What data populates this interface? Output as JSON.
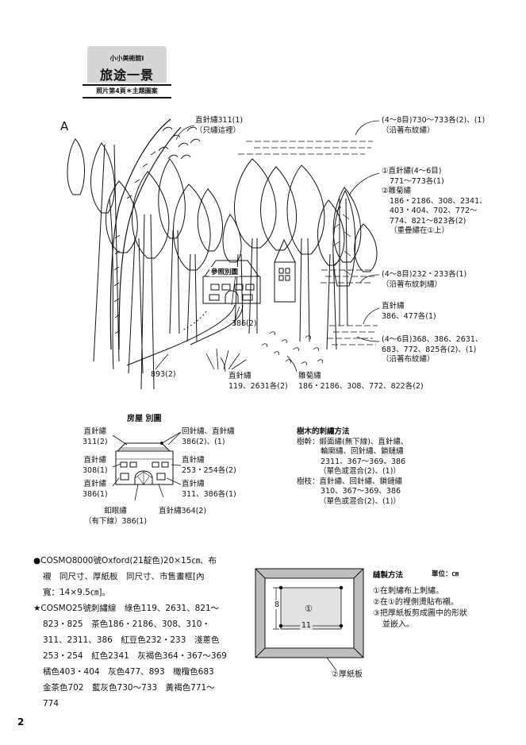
{
  "header": {
    "series": "小小美術館Ⅰ",
    "title": "旅途一景",
    "subtitle": "照片第4頁＊主題圖案"
  },
  "section_label": "A",
  "house_sign": "參照別圖",
  "main_labels": {
    "l1": [
      "直針繡311(1)",
      "（只繡這裡）"
    ],
    "l2": [
      "(4〜8目)730〜733各(2)、(1)",
      "（沿著布紋繡）"
    ],
    "l3": [
      "①直針繡(4〜6目)",
      "771〜773各(1)",
      "②雛菊繡",
      "186・2186、308、2341、",
      "403・404、702、772〜",
      "774、821〜823各(2)",
      "（重疊繡在①上）"
    ],
    "l4": [
      "(4〜8目)232・233各(1)",
      "（沿著布紋刺繡）"
    ],
    "l5": [
      "直針繡",
      "386、477各(1)"
    ],
    "l6": [
      "(4〜6目)368、386、2631、",
      "683、772、825各(2)、(1)",
      "（沿著布紋繡）"
    ],
    "l7": "386(2)",
    "l8": "893(2)",
    "l9": [
      "直針繡",
      "119、2631各(2)"
    ],
    "l10": [
      "雛菊繡",
      "186・2186、308、772、822各(2)"
    ]
  },
  "house_diagram": {
    "title": "房屋 別圖",
    "left1": [
      "直針繡",
      "311(2)"
    ],
    "left2": [
      "直針繡",
      "308(1)"
    ],
    "left3": [
      "直針繡",
      "386(1)"
    ],
    "bottom_left": [
      "釦眼繡",
      "（有下線）386(1)"
    ],
    "right1": [
      "回針繡、直針繡",
      "386(2)、(1)"
    ],
    "right2": [
      "直針繡",
      "253・254各(2)"
    ],
    "right3": [
      "直針繡",
      "311、386各(1)"
    ],
    "bottom_right": "直針繡364(2)"
  },
  "tree_method": {
    "title": "樹木的刺繡方法",
    "lines": [
      "樹幹：緞面繡(無下線)、直針繡、",
      "輪廓繡、回針繡、鎖鏈繡",
      "2311、367〜369、386",
      "（單色或混合(2)、(1)）",
      "樹枝：直針繡、回針繡、鎖鏈繡",
      "310、367〜369、386",
      "（單色或混合(2)、(1)）"
    ]
  },
  "materials": {
    "lines": [
      "●COSMO8000號Oxford(21靛色)20×15㎝、布",
      "襯　同尺寸、厚紙板　同尺寸、市售畫框[內",
      "寬：14×9.5㎝]。",
      "★COSMO25號刺繡線　綠色119、2631、821〜",
      "823・825　茶色186・2186、308、310・",
      "311、2311、386　紅豆色232・233　淺蔥色",
      "253・254　紅色2341　灰褐色364・367〜369",
      "橘色403・404　灰色477、893　橄欖色683",
      "金茶色702　藍灰色730〜733　黃褐色771〜",
      "774"
    ]
  },
  "frame_diagram": {
    "dim_h": "8",
    "dim_w": "11",
    "inner": "①",
    "caption": "②厚紙板"
  },
  "sewing": {
    "title": "縫製方法",
    "unit": "單位：㎝",
    "steps": [
      "①在刺繡布上刺繡。",
      "②在①的裡側燙貼布襯。",
      "③把厚紙板剪成圖中的形狀",
      "並嵌入。"
    ]
  },
  "page_number": "2"
}
